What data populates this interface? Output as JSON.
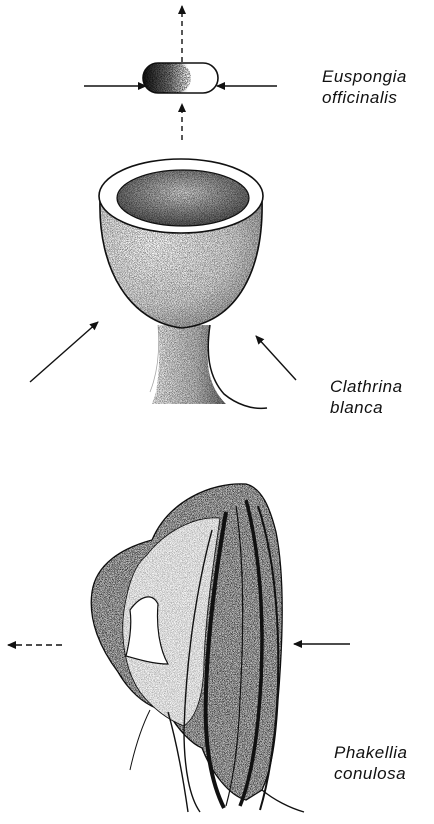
{
  "species": [
    {
      "id": "euspongia",
      "line1": "Euspongia",
      "line2": "officinalis"
    },
    {
      "id": "clathrina",
      "line1": "Clathrina",
      "line2": "blanca"
    },
    {
      "id": "phakellia",
      "line1": "Phakellia",
      "line2": "conulosa"
    }
  ],
  "colors": {
    "ink": "#111111",
    "paper": "#ffffff"
  }
}
